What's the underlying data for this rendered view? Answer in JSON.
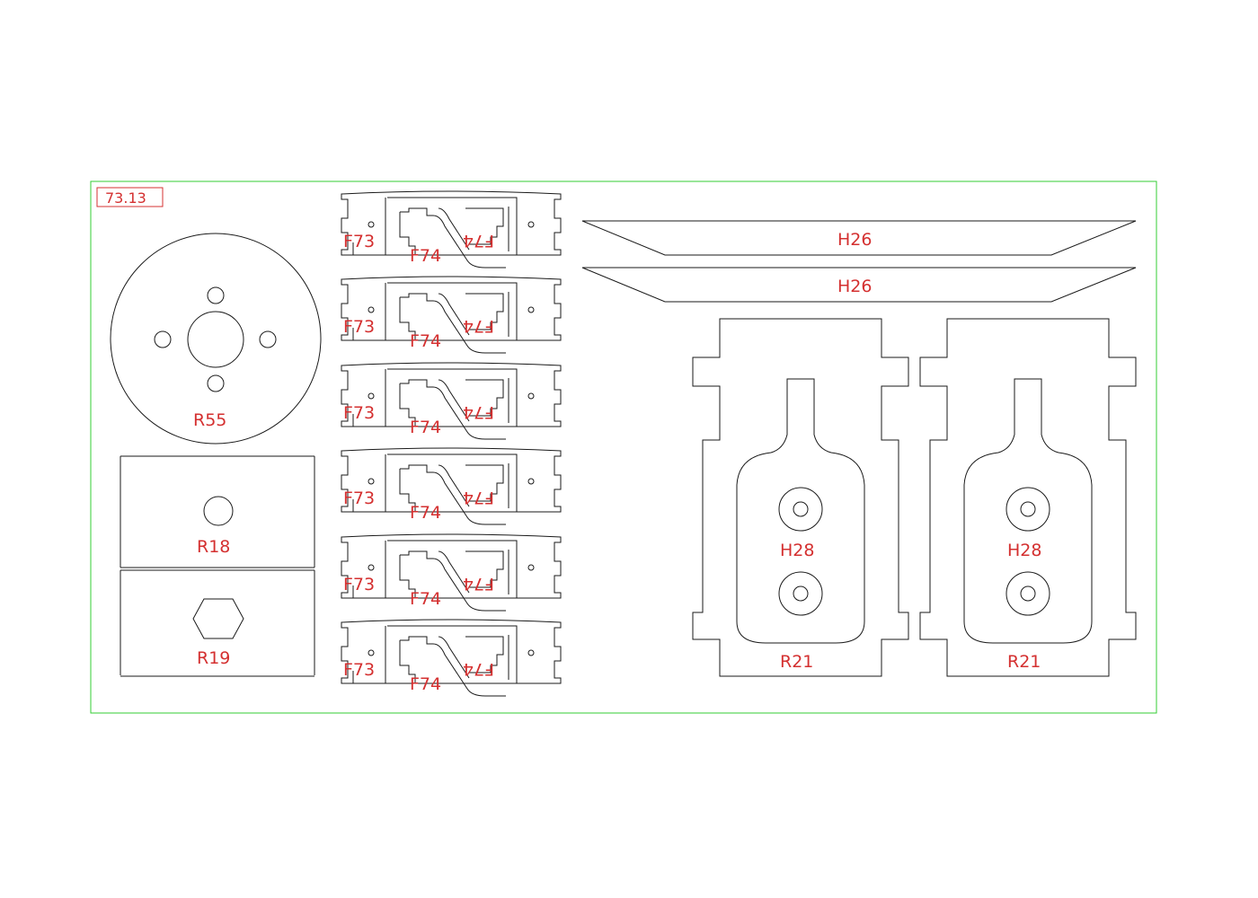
{
  "sheet": {
    "id": "73.13",
    "border_color": "#33cc33",
    "label_color": "#d43030",
    "line_color": "#1a1a1a"
  },
  "parts": {
    "r55": "R55",
    "r18": "R18",
    "r19": "R19",
    "f73": "F73",
    "f74": "F74",
    "f74_flipped": "F74",
    "h26": "H26",
    "h28": "H28",
    "r21": "R21"
  }
}
